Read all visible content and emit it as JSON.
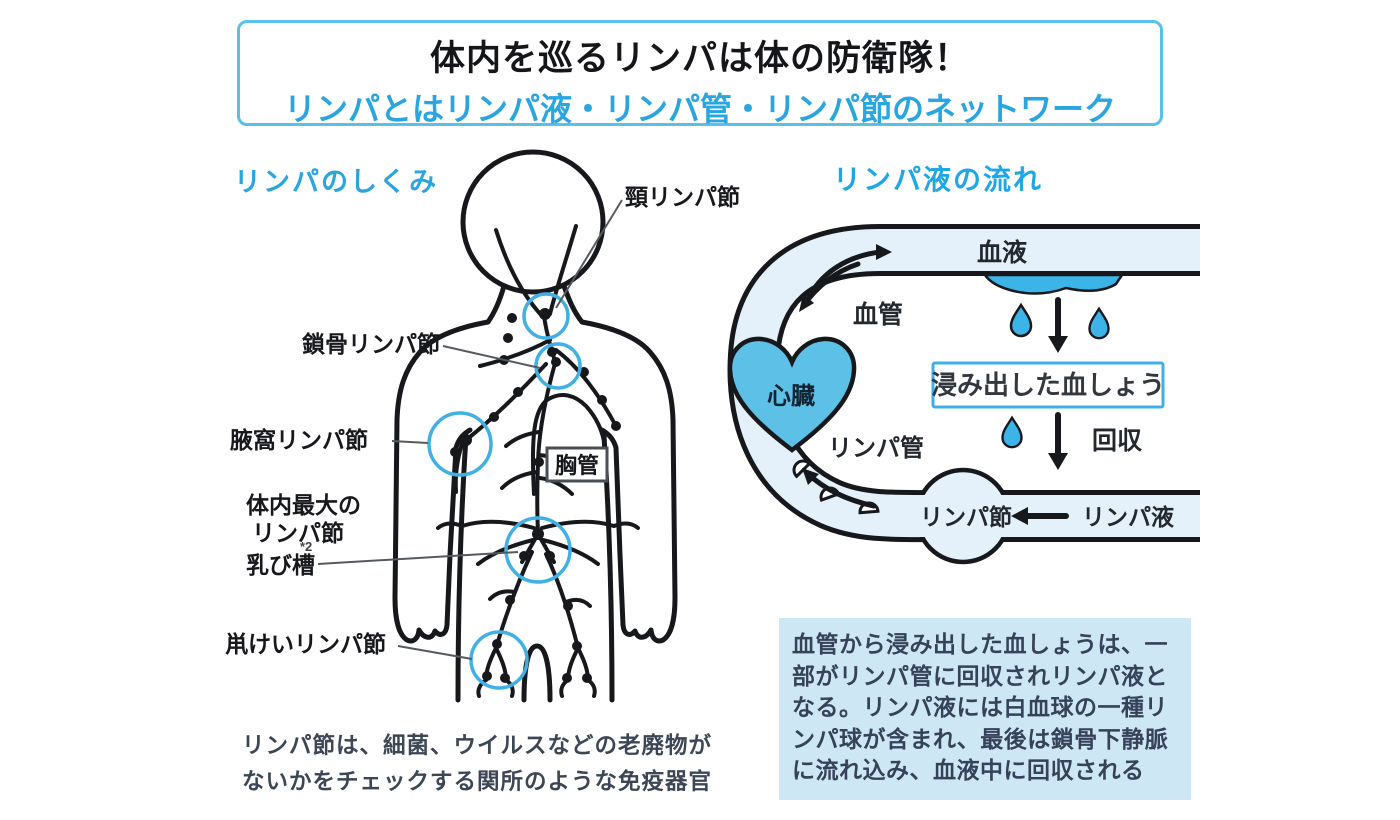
{
  "title": {
    "line1": "体内を巡るリンパは体の防衛隊！",
    "line2": "リンパとはリンパ液・リンパ管・リンパ節のネットワーク"
  },
  "anatomy": {
    "heading": "リンパのしくみ",
    "labels": {
      "neck": "頸リンパ節",
      "clavicle": "鎖骨リンパ節",
      "axillary": "腋窩リンパ節",
      "largest_line1": "体内最大の",
      "largest_line2": "リンパ節",
      "cisterna": "乳び槽",
      "cisterna_footnote": "*2",
      "inguinal": "鼡けいリンパ節",
      "thoracic_duct": "胸管"
    },
    "caption_line1": "リンパ節は、細菌、ウイルスなどの老廃物が",
    "caption_line2": "ないかをチェックする関所のような免疫器官"
  },
  "flow": {
    "heading": "リンパ液の流れ",
    "labels": {
      "blood": "血液",
      "blood_vessel": "血管",
      "heart": "心臓",
      "lymph_vessel": "リンパ管",
      "plasma_box": "浸み出した血しょう",
      "collection": "回収",
      "lymph_node": "リンパ節",
      "lymph_fluid": "リンパ液"
    }
  },
  "info_box": {
    "lines": [
      "血管から浸み出した血しょうは、一",
      "部がリンパ管に回収されリンパ液と",
      "なる。リンパ液には白血球の一種リ",
      "ンパ球が含まれ、最後は鎖骨下静脈",
      "に流れ込み、血液中に回収される"
    ]
  },
  "colors": {
    "accent_blue": "#29a5e0",
    "title_border": "#58c0ea",
    "highlight_circle": "#41b0e5",
    "tube_fill": "#e4f1fa",
    "heart_fill": "#5dc1e7",
    "droplet_fill": "#3db4e8",
    "ink": "#17181c",
    "info_box_bg": "#cde7f4",
    "info_text": "#36415a"
  }
}
